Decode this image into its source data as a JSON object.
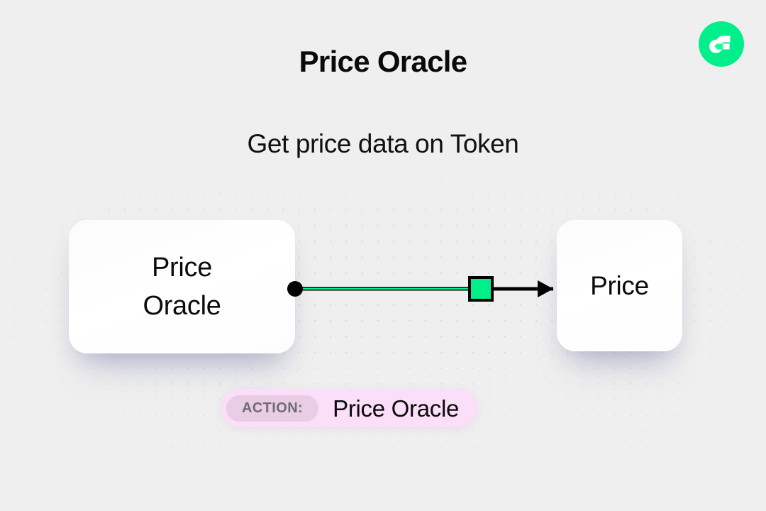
{
  "page": {
    "title": "Price Oracle",
    "subtitle": "Get price data on Token",
    "background_color": "#efefef",
    "dot_color": "#dcdcdc"
  },
  "brand": {
    "logo_name": "flow-logo",
    "logo_color": "#00ef8b",
    "logo_accent_color": "#16ff99"
  },
  "diagram": {
    "source_node": {
      "label": "Price\nOracle",
      "port_name": "output-port-dot"
    },
    "target_node": {
      "label": "Price",
      "port_name": "input-arrowhead"
    },
    "edge": {
      "marker_name": "edge-green-square",
      "marker_color": "#00ef8b",
      "line_color": "#000000"
    }
  },
  "action_badge": {
    "key": "ACTION:",
    "value": "Price Oracle",
    "pill_color": "#fbdef7",
    "key_pill_color": "#e9cde5",
    "key_text_color": "#6e6b72"
  }
}
